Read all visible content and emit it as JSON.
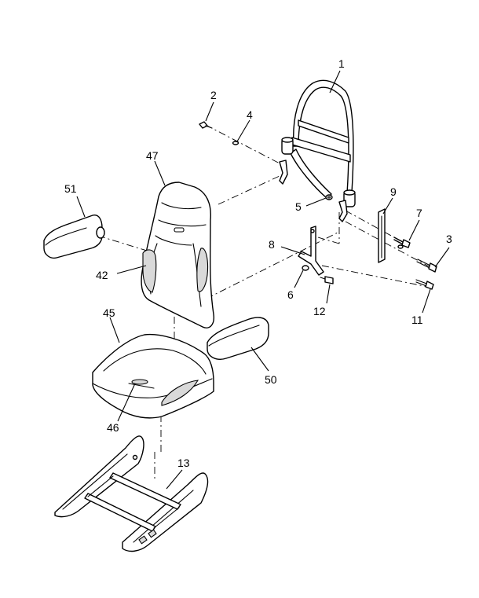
{
  "callouts": {
    "c1": "1",
    "c2": "2",
    "c3": "3",
    "c4": "4",
    "c5": "5",
    "c6": "6",
    "c7": "7",
    "c8": "8",
    "c9": "9",
    "c11": "11",
    "c12": "12",
    "c13": "13",
    "c42": "42",
    "c45": "45",
    "c46": "46",
    "c47": "47",
    "c50": "50",
    "c51": "51"
  }
}
